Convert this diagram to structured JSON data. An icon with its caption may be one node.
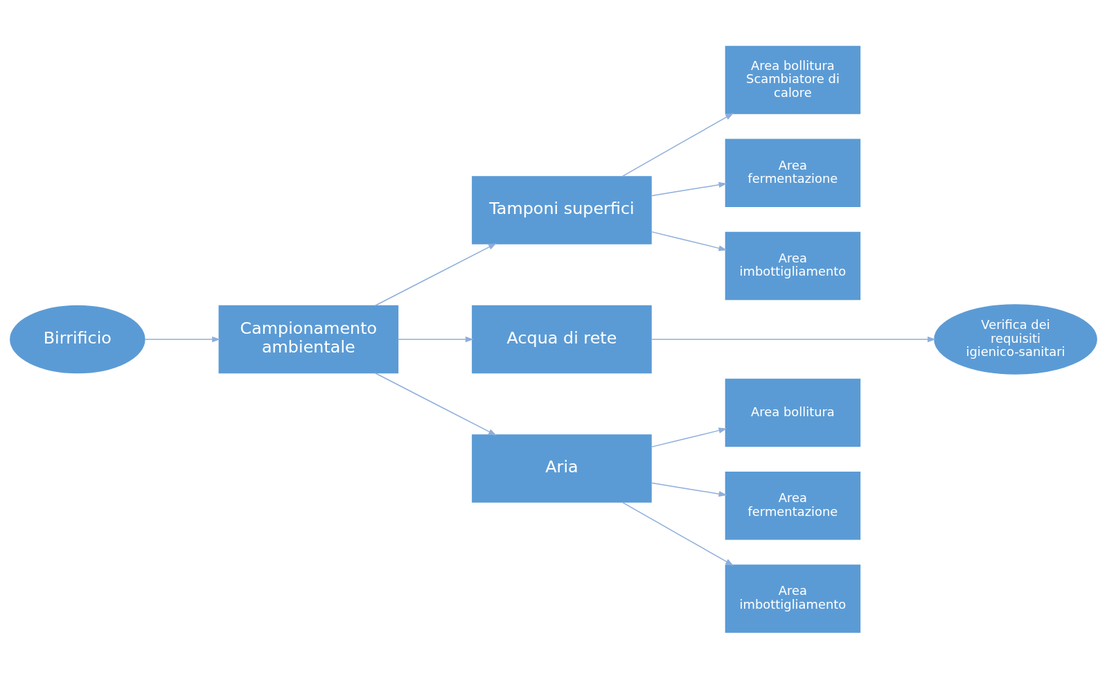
{
  "diagram": {
    "nodes": [
      {
        "text": [
          "Birrificio"
        ]
      },
      {
        "text": [
          "Campionamento ambientale"
        ]
      },
      {
        "text": [
          "Tamponi superfici"
        ]
      },
      {
        "text": [
          "Area bollitura Scambiatore di calore"
        ]
      },
      {
        "text": [
          "Area fermentazione"
        ]
      },
      {
        "text": [
          "Area imbottigliamento"
        ]
      },
      {
        "text": [
          "Acqua di rete"
        ]
      },
      {
        "text": [
          "Verifica dei requisiti igienico-sanitari"
        ]
      },
      {
        "text": [
          "Aria"
        ]
      },
      {
        "text": [
          "Area bollitura"
        ]
      },
      {
        "text": [
          "Area fermentazione"
        ]
      },
      {
        "text": [
          "Area imbottigliamento"
        ]
      }
    ],
    "edges": [
      {
        "from": 0,
        "to": 1,
        "arrow": "to"
      },
      {
        "from": 1,
        "to": 2,
        "arrow": "to"
      },
      {
        "from": 1,
        "to": 6,
        "arrow": "to"
      },
      {
        "from": 1,
        "to": 8,
        "arrow": "to"
      },
      {
        "from": 2,
        "to": 3,
        "arrow": "to"
      },
      {
        "from": 2,
        "to": 4,
        "arrow": "to"
      },
      {
        "from": 2,
        "to": 5,
        "arrow": "to"
      },
      {
        "from": 6,
        "to": 7,
        "arrow": "to"
      },
      {
        "from": 8,
        "to": 9,
        "arrow": "to"
      },
      {
        "from": 8,
        "to": 10,
        "arrow": "to"
      },
      {
        "from": 8,
        "to": 11,
        "arrow": "to"
      }
    ]
  }
}
